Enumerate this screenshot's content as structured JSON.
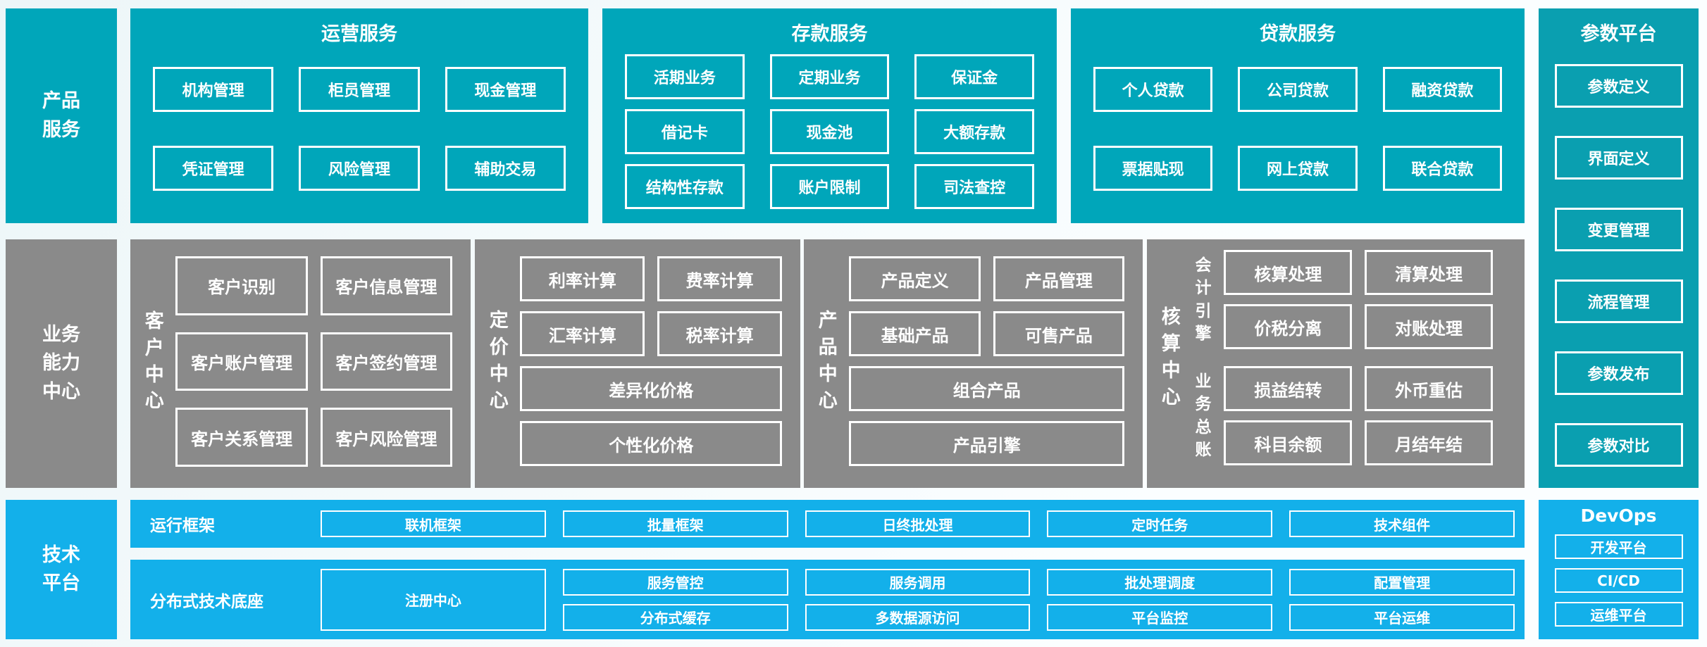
{
  "colors": {
    "teal": "#00a6ba",
    "teal_dark": "#0a9fb0",
    "gray": "#8a8a8a",
    "blue": "#13b0ea",
    "text": "#ffffff",
    "background": "#f4fafb"
  },
  "sidebar": {
    "product_services": "产品服务",
    "business_capability": "业务能力中心",
    "tech_platform": "技术平台"
  },
  "operations": {
    "title": "运营服务",
    "items": [
      "机构管理",
      "柜员管理",
      "现金管理",
      "凭证管理",
      "风险管理",
      "辅助交易"
    ]
  },
  "deposit": {
    "title": "存款服务",
    "items": [
      "活期业务",
      "定期业务",
      "保证金",
      "借记卡",
      "现金池",
      "大额存款",
      "结构性存款",
      "账户限制",
      "司法查控"
    ]
  },
  "loan": {
    "title": "贷款服务",
    "items": [
      "个人贷款",
      "公司贷款",
      "融资贷款",
      "票据贴现",
      "网上贷款",
      "联合贷款"
    ]
  },
  "param_platform": {
    "title": "参数平台",
    "items": [
      "参数定义",
      "界面定义",
      "变更管理",
      "流程管理",
      "参数发布",
      "参数对比"
    ]
  },
  "customer_center": {
    "label": "客户中心",
    "items": [
      "客户识别",
      "客户信息管理",
      "客户账户管理",
      "客户签约管理",
      "客户关系管理",
      "客户风险管理"
    ]
  },
  "pricing_center": {
    "label": "定价中心",
    "items": [
      "利率计算",
      "费率计算",
      "汇率计算",
      "税率计算"
    ],
    "wide_items": [
      "差异化价格",
      "个性化价格"
    ]
  },
  "product_center": {
    "label": "产品中心",
    "items": [
      "产品定义",
      "产品管理",
      "基础产品",
      "可售产品"
    ],
    "wide_items": [
      "组合产品",
      "产品引擎"
    ]
  },
  "accounting_center": {
    "label": "核算中心",
    "groups": [
      {
        "label": "会计引擎",
        "items": [
          "核算处理",
          "清算处理",
          "价税分离",
          "对账处理"
        ]
      },
      {
        "label": "业务总账",
        "items": [
          "损益结转",
          "外币重估",
          "科目余额",
          "月结年结"
        ]
      }
    ]
  },
  "runtime_framework": {
    "label": "运行框架",
    "items": [
      "联机框架",
      "批量框架",
      "日终批处理",
      "定时任务",
      "技术组件"
    ]
  },
  "distributed_base": {
    "label": "分布式技术底座",
    "big_item": "注册中心",
    "items": [
      "服务管控",
      "分布式缓存",
      "服务调用",
      "多数据源访问",
      "批处理调度",
      "平台监控",
      "配置管理",
      "平台运维"
    ]
  },
  "devops": {
    "title": "DevOps",
    "items": [
      "开发平台",
      "CI/CD",
      "运维平台"
    ]
  }
}
